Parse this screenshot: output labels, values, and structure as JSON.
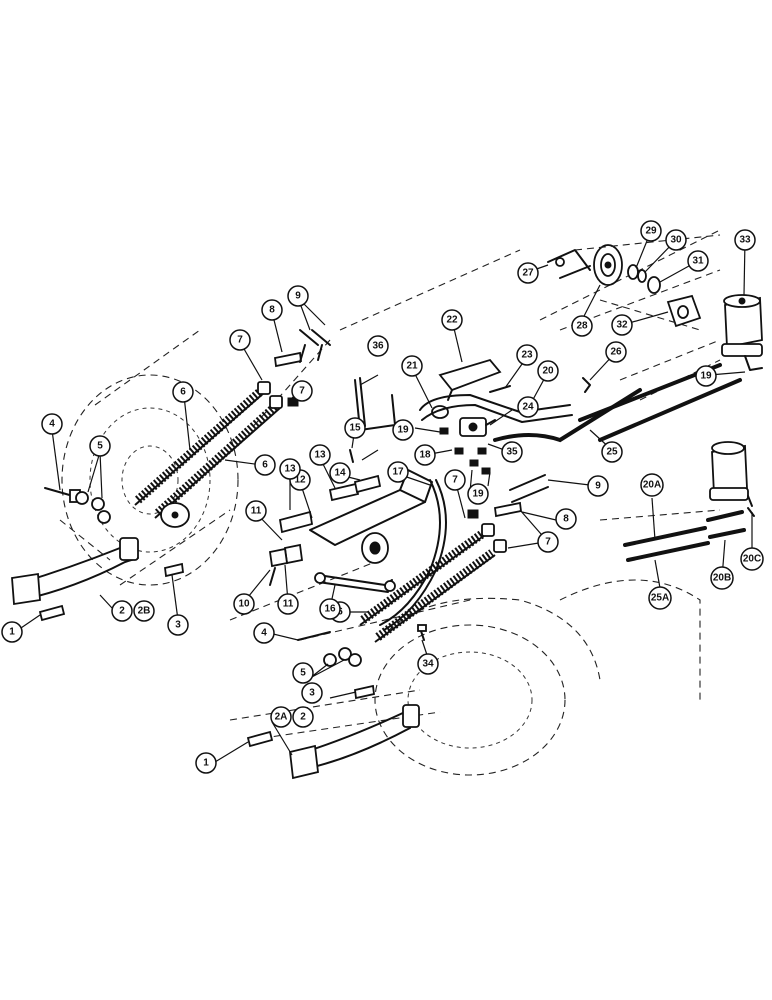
{
  "callouts": [
    {
      "id": "c1a",
      "label": "1"
    },
    {
      "id": "c1b",
      "label": "1"
    },
    {
      "id": "c2a",
      "label": "2"
    },
    {
      "id": "c2b",
      "label": "2"
    },
    {
      "id": "c2B",
      "label": "2B"
    },
    {
      "id": "c2A",
      "label": "2A"
    },
    {
      "id": "c3a",
      "label": "3"
    },
    {
      "id": "c3b",
      "label": "3"
    },
    {
      "id": "c4a",
      "label": "4"
    },
    {
      "id": "c4b",
      "label": "4"
    },
    {
      "id": "c5a",
      "label": "5"
    },
    {
      "id": "c5b",
      "label": "5"
    },
    {
      "id": "c6a",
      "label": "6"
    },
    {
      "id": "c6b",
      "label": "6"
    },
    {
      "id": "c6c",
      "label": "6"
    },
    {
      "id": "c7a",
      "label": "7"
    },
    {
      "id": "c7b",
      "label": "7"
    },
    {
      "id": "c7c",
      "label": "7"
    },
    {
      "id": "c7d",
      "label": "7"
    },
    {
      "id": "c8a",
      "label": "8"
    },
    {
      "id": "c8b",
      "label": "8"
    },
    {
      "id": "c9a",
      "label": "9"
    },
    {
      "id": "c9b",
      "label": "9"
    },
    {
      "id": "c10",
      "label": "10"
    },
    {
      "id": "c11a",
      "label": "11"
    },
    {
      "id": "c11b",
      "label": "11"
    },
    {
      "id": "c12",
      "label": "12"
    },
    {
      "id": "c13a",
      "label": "13"
    },
    {
      "id": "c13b",
      "label": "13"
    },
    {
      "id": "c14",
      "label": "14"
    },
    {
      "id": "c15",
      "label": "15"
    },
    {
      "id": "c16",
      "label": "16"
    },
    {
      "id": "c17",
      "label": "17"
    },
    {
      "id": "c18",
      "label": "18"
    },
    {
      "id": "c19a",
      "label": "19"
    },
    {
      "id": "c19b",
      "label": "19"
    },
    {
      "id": "c19c",
      "label": "19"
    },
    {
      "id": "c20",
      "label": "20"
    },
    {
      "id": "c20A",
      "label": "20A"
    },
    {
      "id": "c20B",
      "label": "20B"
    },
    {
      "id": "c20C",
      "label": "20C"
    },
    {
      "id": "c21",
      "label": "21"
    },
    {
      "id": "c22",
      "label": "22"
    },
    {
      "id": "c23",
      "label": "23"
    },
    {
      "id": "c24",
      "label": "24"
    },
    {
      "id": "c25",
      "label": "25"
    },
    {
      "id": "c25A",
      "label": "25A"
    },
    {
      "id": "c26",
      "label": "26"
    },
    {
      "id": "c27",
      "label": "27"
    },
    {
      "id": "c28",
      "label": "28"
    },
    {
      "id": "c29",
      "label": "29"
    },
    {
      "id": "c30",
      "label": "30"
    },
    {
      "id": "c31",
      "label": "31"
    },
    {
      "id": "c32",
      "label": "32"
    },
    {
      "id": "c33",
      "label": "33"
    },
    {
      "id": "c34",
      "label": "34"
    },
    {
      "id": "c35",
      "label": "35"
    },
    {
      "id": "c36",
      "label": "36"
    }
  ]
}
